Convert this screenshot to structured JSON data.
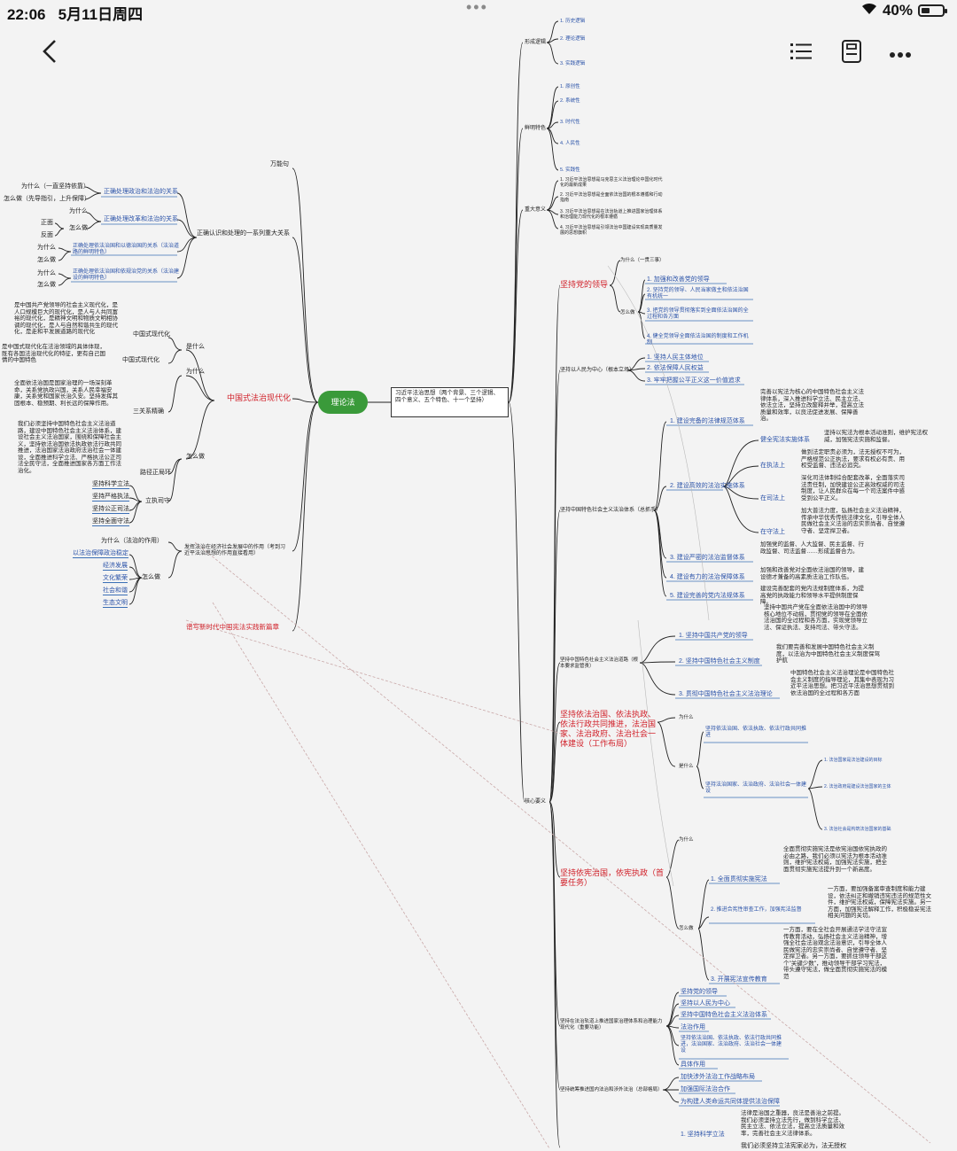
{
  "status": {
    "time": "22:06",
    "date": "5月11日周四",
    "battery_pct": "40%",
    "dots": "•••"
  },
  "toolbar": {
    "back_icon": "chevron-left-icon",
    "outline_icon": "list-icon",
    "save_icon": "save-icon",
    "more_icon": "more-horizontal-icon"
  },
  "mindmap": {
    "center": "理论法",
    "root_box": "习近平法治思想（两个背景、三个逻辑、四个意义、五个特色、十一个坚持）",
    "left": {
      "wanneng": "万能句",
      "zhengque": "正确认识和处理的一系列重大关系",
      "rel1": "正确处理政治和法治的关系",
      "rel1_a": "为什么（一直坚持依靠）",
      "rel1_b": "怎么做（先导指引，上升保障）",
      "rel2": "正确处理改革和法治的关系",
      "rel2_a": "为什么",
      "rel2_b": "怎么做",
      "rel2_c": "正面",
      "rel2_d": "反面",
      "rel3": "正确处理依法治国和以德治国的关系（法治道路的鲜明特色）",
      "rel3_a": "为什么",
      "rel3_b": "怎么做",
      "rel4": "正确处理依法治国和依规治党的关系（法治建设的鲜明特色）",
      "rel4_a": "为什么",
      "rel4_b": "怎么做",
      "zhongguo": "中国式法治现代化",
      "shishenme": "是什么",
      "weishenme": "为什么",
      "zenmezuo": "怎么做",
      "zgs1": "中国式现代化",
      "zgs2": "中国式现代化",
      "para1": "是中国共产党领导的社会主义现代化，是人口规模巨大的现代化，是人与人共同富裕的现代化，是精神文明和物质文明相协调的现代化，是人与自然和谐共生的现代化，是走和平发展道路的现代化",
      "para2": "是中国式现代化在法治领域的具体体现，既有各国法治现代化的特征，更有自己国情的中国特色",
      "para3": "全面依法治国是国家治理的一场深刻革命，关系党执政兴国，关系人民幸福安康，关系党和国家长治久安。坚持发挥其固根本、稳预期、利长远的保障作用。",
      "sanguan": "三关系精确",
      "para4": "我们必须坚持中国特色社会主义法治道路，建设中国特色社会主义法治体系，建设社会主义法治国家，围绕和保障社会主义，坚持依法治国依法执政依法行政共同推进，法治国家法治政府法治社会一体建设，全面推进科学立法、严格执法公正司法全民守法，全面推进国家各方面工作法治化。",
      "luxian": "路径正局环",
      "lifa_title": "立执司守",
      "lifa1": "坚持科学立法",
      "lifa2": "坚持严格执法",
      "lifa3": "坚持公正司法",
      "lifa4": "坚持全面守法",
      "fahui": "发挥法治在经济社会发展中的作用（考到习近平法治思想的作用直接看用）",
      "fh_wsm": "为什么（法治的作用）",
      "fh_zmz": "怎么做",
      "fh1": "以法治保障政治稳定",
      "fh2": "经济发展",
      "fh3": "文化繁荣",
      "fh4": "社会和谐",
      "fh5": "生态文明",
      "pusha": "谱写新时代中国宪法实践新篇章"
    },
    "right": {
      "xingcheng": "形成逻辑",
      "xc1": "1. 历史逻辑",
      "xc2": "2. 理论逻辑",
      "xc3": "3. 实践逻辑",
      "xianming": "鲜明特色",
      "xm1": "1. 原创性",
      "xm2": "2. 系统性",
      "xm3": "3. 时代性",
      "xm4": "4. 人民性",
      "xm5": "5. 实践性",
      "zhongda": "重大意义",
      "zd1": "1. 习近平法治思想是马克思主义法治理论中国化时代化的最新成果",
      "zd2": "2. 习近平法治思想是全面依法治国的根本遵循和行动指南",
      "zd3": "3. 习近平法治思想是在法治轨道上推进国家治理体系和治理能力现代化的根本遵循",
      "zd4": "4. 习近平法治思想是引领法治中国建设实现高质量发展的思想旗帜",
      "hexin": "核心要义",
      "jc_dang": "坚持党的领导",
      "jc_dang_wsm": "为什么（一贯三事）",
      "jc_dang_zmz": "怎么做",
      "dang1": "1. 加强和改善党的领导",
      "dang2": "2. 坚持党的领导、人民当家做主和依法治国有机统一",
      "dang3": "3. 把党的领导贯彻落实到全面依法治国的全过程和各方面",
      "dang4": "4. 健全党领导全面依法治国的制度和工作机制",
      "jc_renmin": "坚持以人民为中心（根本立场）",
      "rm1": "1. 坚持人民主体地位",
      "rm2": "2. 依法保障人民权益",
      "rm3": "3. 牢牢把握公平正义这一价值追求",
      "jc_tixi": "坚持中国特色社会主义法治体系（总抓手）",
      "tx1": "1. 建设完备的法律规范体系",
      "tx2": "2. 建设高效的法治实施体系",
      "tx3": "3. 建设严密的法治监督体系",
      "tx4": "4. 建设有力的法治保障体系",
      "tx5": "5. 建设完善的党内法规体系",
      "tx2a": "健全宪法实施体系",
      "tx2b": "在执法上",
      "tx2c": "在司法上",
      "tx2d": "在守法上",
      "jc_daolu": "坚持中国特色社会主义法治道路（根本要求监管责）",
      "dl1": "1. 坚持中国共产党的领导",
      "dl2": "2. 坚持中国特色社会主义制度",
      "dl3": "3. 贯彻中国特色社会主义法治理论",
      "jc_yifa": "坚持依法治国、依法执政、依法行政共同推进，法治国家、法治政府、法治社会一体建设（工作布局）",
      "yf_wsm": "为什么",
      "yf_ssm": "是什么",
      "yf1": "坚持依法治国、依法执政、依法行政共同推进",
      "yf2": "坚持法治国家、法治政府、法治社会一体建设",
      "yf2a": "1. 法治国家是法治建设的目标",
      "yf2b": "2. 法治政府是建设法治国家的主体",
      "yf2c": "3. 法治社会是构筑法治国家的基础",
      "jc_xianfa": "坚持依宪治国，依宪执政（首要任务）",
      "xf_wsm": "为什么",
      "xf_zmz": "怎么做",
      "xf1": "1. 全面贯彻实施宪法",
      "xf2": "2. 推进合宪性审查工作，加强宪法监督",
      "xf3": "3. 开展宪法宣传教育",
      "jc_guojia": "坚持在法治轨道上推进国家治理体系和治理能力现代化（重要功能）",
      "gj1": "坚持党的领导",
      "gj2": "坚持以人民为中心",
      "gj3": "坚持中国特色社会主义法治体系",
      "gj4": "法治作用",
      "gj5": "坚持依法治国、依法执政、依法行政共同推进，法治国家、法治政府、法治社会一体建设",
      "gj6": "具体作用",
      "jc_shewai": "坚持统筹推进国内法治和涉外法治（总部格局）",
      "sw1": "加快涉外法治工作战略布局",
      "sw2": "加强国际法治合作",
      "sw3": "为构建人类命运共同体提供法治保障",
      "kexue": "1. 坚持科学立法"
    },
    "paras": {
      "p_tx1": "完善以宪法为核心的中国特色社会主义法律体系，深入推进科学立法、民主立法、依法立法，坚持立改废释并举，提高立法质量和效率，以良法促进发展、保障善治。",
      "p_xianfa": "坚持以宪法为根本活动准则，维护宪法权威，加强宪法实施和监督。",
      "p_zhifa": "做到法定职责必须为，法无授权不可为，严格规范公正执法，要求有权必有责、用权受监督、违法必追究。",
      "p_sifa": "深化司法体制综合配套改革，全面落实司法责任制，加快建设公正高效权威的司法制度，让人民群众在每一个司法案件中感受到公平正义。",
      "p_shoufa": "加大普法力度，弘扬社会主义法治精神，传承中华优秀传统法律文化，引导全体人民做社会主义法治的忠实崇尚者、自觉遵守者、坚定捍卫者。",
      "p_tx3": "加强党的监督、人大监督、民主监督、行政监督、司法监督……形成监督合力。",
      "p_tx4": "加强和改善党对全面依法治国的领导，建设德才兼备的高素质法治工作队伍。",
      "p_tx5": "建设完善配套的党内法规制度体系，为提高党的执政能力和领导水平提供制度保障。",
      "p_dl1": "坚持中国共产党在全面依法治国中的领导核心地位不动摇，贯彻党的领导在全面依法治国的全过程和各方面，实现党领导立法、保证执法、支持司法、带头守法。",
      "p_dl2": "我们要完善和发展中国特色社会主义制度，以法治为中国特色社会主义制度保驾护航",
      "p_dl3": "中国特色社会主义法治理论是中国特色社会主义制度的指导理论，其集中表现为习近平法治思想。把习近平法治思想贯彻到依法治国的全过程和各方面",
      "p_xf1": "全面贯彻实施宪法是依宪治国依宪执政的必由之路，我们必须以宪法为根本活动准则，维护宪法权威，加强宪法实施，把全面贯彻实施宪法提升到一个新高度。",
      "p_xf2": "一方面，要加强备案审查制度和能力建设，依法纠正和撤销违宪违法的规范性文件，维护宪法权威，保障宪法实施。另一方面，加强宪法解释工作，积极稳妥宪法相关问题的关切。",
      "p_xf3": "一方面，要在全社会开展通法学法守法宣传教育活动，弘扬社会主义法治精神，增强全社会法治观念法治意识，引导全体人民做宪法的忠实崇尚者、自觉遵守者、坚定捍卫者。另一方面，要抓住领导干部这个\"关键少数\"，推动领导干部学习宪法，带头遵守宪法，做全面贯彻实施宪法的模范",
      "p_kexue": "法律是治国之重器，良法是善治之前提。我们必须坚持立法先行，做到科学立法、民主立法、依法立法，提高立法质量和效率，完善社会主义法律体系。",
      "p_end": "我们必须坚持立法宪家必为，法无授权"
    }
  },
  "colors": {
    "background": "#f3f3f3",
    "center_node": "#3a9a3a",
    "red_label": "#d1212a",
    "blue_label": "#2a52a8"
  }
}
